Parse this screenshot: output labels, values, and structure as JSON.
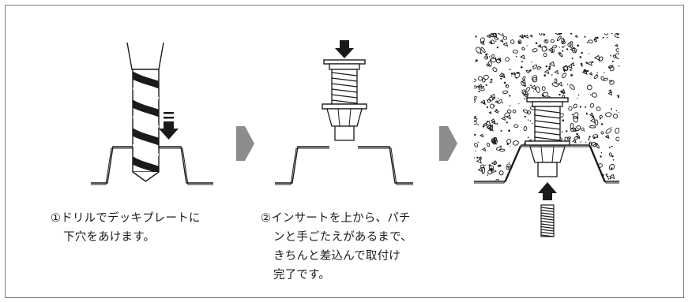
{
  "steps": [
    {
      "number": "①",
      "lines": [
        "ドリルでデッキプレートに",
        "下穴をあけます。"
      ]
    },
    {
      "number": "②",
      "lines": [
        "インサートを上から、パチ",
        "ンと手ごたえがあるまで、",
        "きちんと差込んで取付け",
        "完了です。"
      ]
    }
  ],
  "colors": {
    "line": "#1a1a1a",
    "arrow_gray": "#8c8c8c",
    "concrete_bg": "#ffffff"
  },
  "icons": [
    "drill-bit-icon",
    "down-arrow-icon",
    "step-arrow-icon",
    "insert-spring-icon",
    "up-arrow-icon",
    "bolt-icon"
  ]
}
